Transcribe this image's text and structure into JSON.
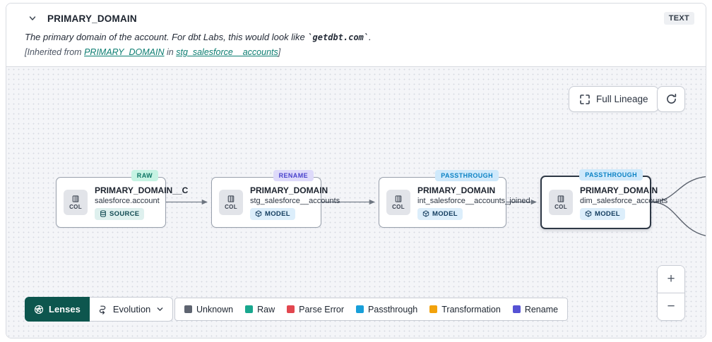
{
  "header": {
    "title": "PRIMARY_DOMAIN",
    "type_badge": "TEXT",
    "description": {
      "prefix": "The primary domain of the account. For dbt Labs, this would look like ",
      "code": "`getdbt.com`",
      "suffix": "."
    },
    "inherited": {
      "prefix": "[Inherited from ",
      "column_link": "PRIMARY_DOMAIN",
      "infix": " in ",
      "model_link": "stg_salesforce__accounts",
      "suffix": "]"
    }
  },
  "toolbar": {
    "full_lineage_label": "Full Lineage"
  },
  "nodes": [
    {
      "tag": "RAW",
      "title": "PRIMARY_DOMAIN__C",
      "subtitle": "salesforce.account",
      "kind": "SOURCE",
      "col_label": "COL"
    },
    {
      "tag": "RENAME",
      "title": "PRIMARY_DOMAIN",
      "subtitle": "stg_salesforce__accounts",
      "kind": "MODEL",
      "col_label": "COL"
    },
    {
      "tag": "PASSTHROUGH",
      "title": "PRIMARY_DOMAIN",
      "subtitle": "int_salesforce__accounts_joined",
      "kind": "MODEL",
      "col_label": "COL"
    },
    {
      "tag": "PASSTHROUGH",
      "title": "PRIMARY_DOMAIN",
      "subtitle": "dim_salesforce_accounts",
      "kind": "MODEL",
      "col_label": "COL"
    }
  ],
  "tag_colors": {
    "RAW": {
      "bg": "#c6f3e3",
      "fg": "#0b7362"
    },
    "RENAME": {
      "bg": "#dedafa",
      "fg": "#4a43cc"
    },
    "PASSTHROUGH": {
      "bg": "#cfe9fb",
      "fg": "#0b82c4"
    }
  },
  "lenses": {
    "label": "Lenses",
    "selected_lens": "Evolution"
  },
  "legend": [
    {
      "label": "Unknown",
      "color": "#5e6470"
    },
    {
      "label": "Raw",
      "color": "#19a78e"
    },
    {
      "label": "Parse Error",
      "color": "#e2474f"
    },
    {
      "label": "Passthrough",
      "color": "#189fd9"
    },
    {
      "label": "Transformation",
      "color": "#f2a20c"
    },
    {
      "label": "Rename",
      "color": "#5652d4"
    }
  ],
  "zoom_controls": {
    "zoom_in": "+",
    "zoom_out": "−"
  },
  "colors": {
    "link_teal": "#0c7d71",
    "lenses_bg": "#0d564e",
    "edge": "#767e8a"
  }
}
